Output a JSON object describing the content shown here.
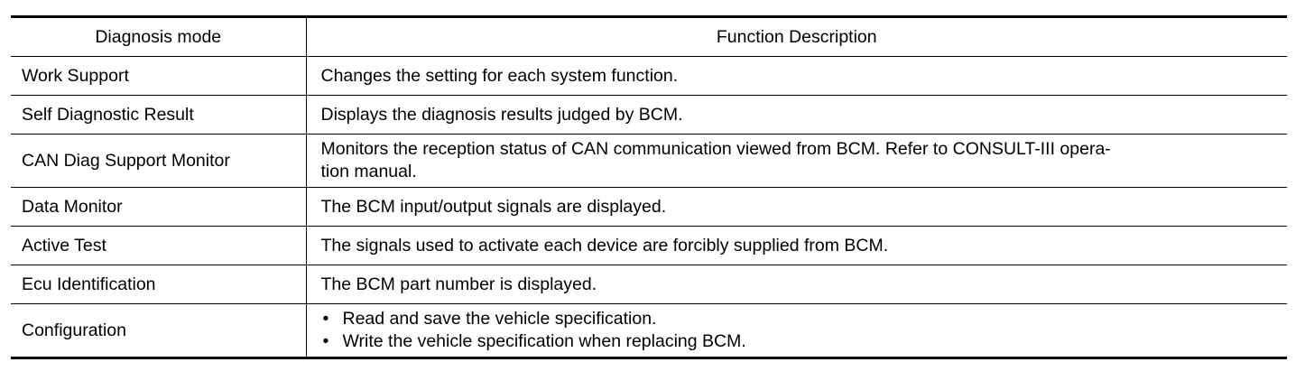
{
  "table": {
    "headers": {
      "mode": "Diagnosis mode",
      "description": "Function Description"
    },
    "rows": [
      {
        "mode": "Work Support",
        "description": "Changes the setting for each system function."
      },
      {
        "mode": "Self Diagnostic Result",
        "description": "Displays the diagnosis results judged by BCM."
      },
      {
        "mode": "CAN Diag Support Monitor",
        "description_line1": "Monitors the reception status of CAN communication viewed from BCM. Refer to CONSULT-III opera-",
        "description_line2": "tion manual."
      },
      {
        "mode": "Data Monitor",
        "description": "The BCM input/output signals are displayed."
      },
      {
        "mode": "Active Test",
        "description": "The signals used to activate each device are forcibly supplied from BCM."
      },
      {
        "mode": "Ecu Identification",
        "description": "The BCM part number is displayed."
      },
      {
        "mode": "Configuration",
        "bullets": [
          "Read and save the vehicle specification.",
          "Write the vehicle specification when replacing BCM."
        ]
      }
    ]
  }
}
